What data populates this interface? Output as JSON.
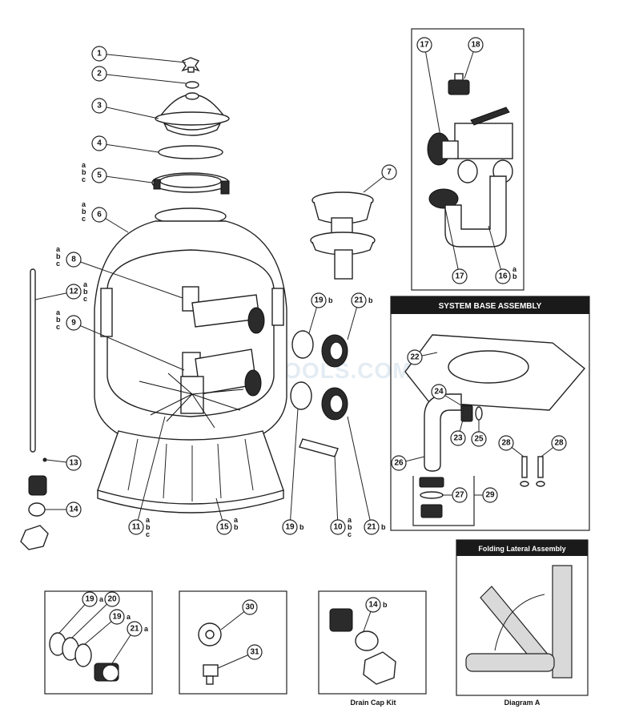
{
  "watermark": "INYOPOOLS.COM",
  "callouts": [
    {
      "id": "c1",
      "label": "1",
      "prefix": ""
    },
    {
      "id": "c2",
      "label": "2",
      "prefix": ""
    },
    {
      "id": "c3",
      "label": "3",
      "prefix": ""
    },
    {
      "id": "c4",
      "label": "4",
      "prefix": ""
    },
    {
      "id": "c5",
      "label": "5",
      "prefix": "a b c"
    },
    {
      "id": "c6",
      "label": "6",
      "prefix": "a b c"
    },
    {
      "id": "c7",
      "label": "7",
      "prefix": ""
    },
    {
      "id": "c8",
      "label": "8",
      "prefix": "a b c"
    },
    {
      "id": "c9",
      "label": "9",
      "prefix": "a b c"
    },
    {
      "id": "c10",
      "label": "10",
      "suffix": "a b c"
    },
    {
      "id": "c11",
      "label": "11",
      "suffix": "a b c"
    },
    {
      "id": "c12",
      "label": "12",
      "suffix": "a b c"
    },
    {
      "id": "c13",
      "label": "13",
      "prefix": ""
    },
    {
      "id": "c14",
      "label": "14",
      "prefix": ""
    },
    {
      "id": "c15",
      "label": "15",
      "suffix": "a b"
    },
    {
      "id": "c16",
      "label": "16",
      "suffix": "a b"
    },
    {
      "id": "c17a",
      "label": "17",
      "prefix": ""
    },
    {
      "id": "c17b",
      "label": "17",
      "prefix": ""
    },
    {
      "id": "c18",
      "label": "18",
      "prefix": ""
    },
    {
      "id": "c19b1",
      "label": "19",
      "suffix": "b"
    },
    {
      "id": "c19b2",
      "label": "19",
      "suffix": "b"
    },
    {
      "id": "c21b1",
      "label": "21",
      "suffix": "b"
    },
    {
      "id": "c21b2",
      "label": "21",
      "suffix": "b"
    },
    {
      "id": "c22",
      "label": "22",
      "prefix": ""
    },
    {
      "id": "c23",
      "label": "23",
      "prefix": ""
    },
    {
      "id": "c24",
      "label": "24",
      "prefix": ""
    },
    {
      "id": "c25",
      "label": "25",
      "prefix": ""
    },
    {
      "id": "c26",
      "label": "26",
      "prefix": ""
    },
    {
      "id": "c27",
      "label": "27",
      "prefix": ""
    },
    {
      "id": "c28a",
      "label": "28",
      "prefix": ""
    },
    {
      "id": "c28b",
      "label": "28",
      "prefix": ""
    },
    {
      "id": "c29",
      "label": "29",
      "prefix": ""
    },
    {
      "id": "c30",
      "label": "30",
      "prefix": ""
    },
    {
      "id": "c31",
      "label": "31",
      "prefix": ""
    },
    {
      "id": "c19a1",
      "label": "19",
      "suffix": "a"
    },
    {
      "id": "c20",
      "label": "20",
      "suffix": ""
    },
    {
      "id": "c19a2",
      "label": "19",
      "suffix": "a"
    },
    {
      "id": "c21a",
      "label": "21",
      "suffix": "a"
    },
    {
      "id": "c14b",
      "label": "14",
      "suffix": "b"
    }
  ],
  "panels": {
    "system_base_title": "SYSTEM BASE ASSEMBLY",
    "folding_lateral_title": "Folding Lateral Assembly",
    "drain_cap_caption": "Drain Cap Kit",
    "diagram_a_caption": "Diagram A"
  }
}
